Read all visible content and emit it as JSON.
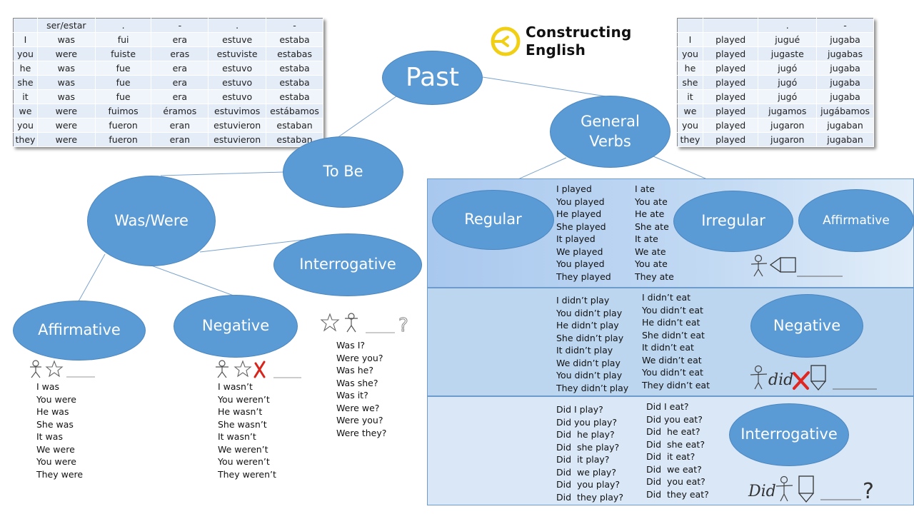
{
  "logo": {
    "line1": "Constructing",
    "line2": "English",
    "color": "#f1cf15"
  },
  "nodes": {
    "past": "Past",
    "to_be": "To Be",
    "general_verbs": [
      "General",
      "Verbs"
    ],
    "was_were": "Was/Were",
    "interrogative_be": "Interrogative",
    "affirmative_be": "Affirmative",
    "negative_be": "Negative",
    "regular": "Regular",
    "irregular": "Irregular",
    "affirmative_gv": "Affirmative",
    "negative_gv": "Negative",
    "interrogative_gv": "Interrogative"
  },
  "to_be_table": {
    "header": [
      "",
      "ser/estar",
      ".",
      "-",
      ".",
      "-"
    ],
    "rows": [
      [
        "I",
        "was",
        "fui",
        "era",
        "estuve",
        "estaba"
      ],
      [
        "you",
        "were",
        "fuiste",
        "eras",
        "estuviste",
        "estabas"
      ],
      [
        "he",
        "was",
        "fue",
        "era",
        "estuvo",
        "estaba"
      ],
      [
        "she",
        "was",
        "fue",
        "era",
        "estuvo",
        "estaba"
      ],
      [
        "it",
        "was",
        "fue",
        "era",
        "estuvo",
        "estaba"
      ],
      [
        "we",
        "were",
        "fuimos",
        "éramos",
        "estuvimos",
        "estábamos"
      ],
      [
        "you",
        "were",
        "fueron",
        "eran",
        "estuvieron",
        "estaban"
      ],
      [
        "they",
        "were",
        "fueron",
        "eran",
        "estuvieron",
        "estaban"
      ]
    ]
  },
  "play_table": {
    "header": [
      "",
      "",
      ".",
      "-"
    ],
    "rows": [
      [
        "I",
        "played",
        "jugué",
        "jugaba"
      ],
      [
        "you",
        "played",
        "jugaste",
        "jugabas"
      ],
      [
        "he",
        "played",
        "jugó",
        "jugaba"
      ],
      [
        "she",
        "played",
        "jugó",
        "jugaba"
      ],
      [
        "it",
        "played",
        "jugó",
        "jugaba"
      ],
      [
        "we",
        "played",
        "jugamos",
        "jugábamos"
      ],
      [
        "you",
        "played",
        "jugaron",
        "jugaban"
      ],
      [
        "they",
        "played",
        "jugaron",
        "jugaban"
      ]
    ]
  },
  "be_affirmative": [
    "I was",
    "You were",
    "He was",
    "She was",
    "It was",
    "We were",
    "You were",
    "They were"
  ],
  "be_negative": [
    "I wasn’t",
    "You weren’t",
    "He wasn’t",
    "She wasn’t",
    "It wasn’t",
    "We weren’t",
    "You weren’t",
    "They weren’t"
  ],
  "be_interrogative": [
    "Was I?",
    "Were you?",
    "Was he?",
    "Was she?",
    "Was it?",
    "Were we?",
    "Were you?",
    "Were they?"
  ],
  "gv_affirmative_regular": [
    "I played",
    "You played",
    "He played",
    "She played",
    "It played",
    "We played",
    "You played",
    "They played"
  ],
  "gv_affirmative_irregular": [
    "I ate",
    "You ate",
    "He ate",
    "She ate",
    "It ate",
    "We ate",
    "You ate",
    "They ate"
  ],
  "gv_negative_regular": [
    "I didn’t play",
    "You didn’t play",
    "He didn’t play",
    "She didn’t play",
    "It didn’t play",
    "We didn’t play",
    "You didn’t play",
    "They didn’t play"
  ],
  "gv_negative_irregular": [
    "I didn’t eat",
    "You didn’t eat",
    "He didn’t eat",
    "She didn’t eat",
    "It didn’t eat",
    "We didn’t eat",
    "You didn’t eat",
    "They didn’t eat"
  ],
  "gv_interrogative_regular": [
    "Did I play?",
    "Did you play?",
    "Did  he play?",
    "Did  she play?",
    "Did  it play?",
    "Did  we play?",
    "Did  you play?",
    "Did  they play?"
  ],
  "gv_interrogative_irregular": [
    "Did I eat?",
    "Did you eat?",
    "Did  he eat?",
    "Did  she eat?",
    "Did  it eat?",
    "Did  we eat?",
    "Did  you eat?",
    "Did  they eat?"
  ],
  "formulas": {
    "negative_did": "did",
    "interrogative_did": "Did",
    "question_mark": "?"
  },
  "colors": {
    "node": "#5b9bd5",
    "cross": "#e0261f"
  }
}
